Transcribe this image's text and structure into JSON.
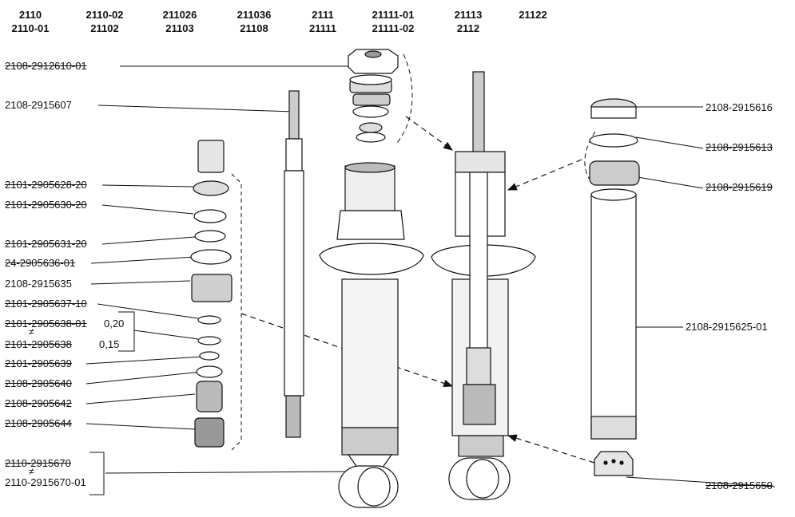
{
  "header_models": [
    {
      "top": "2110",
      "bottom": "2110-01"
    },
    {
      "top": "2110-02",
      "bottom": "21102"
    },
    {
      "top": "211026",
      "bottom": "21103"
    },
    {
      "top": "211036",
      "bottom": "21108"
    },
    {
      "top": "2111",
      "bottom": "21111"
    },
    {
      "top": "21111-01",
      "bottom": "21111-02"
    },
    {
      "top": "21113",
      "bottom": "2112"
    },
    {
      "top": "21122",
      "bottom": ""
    }
  ],
  "left_parts": [
    "2108-2912610-01",
    "2108-2915607",
    "2101-2905628-20",
    "2101-2905630-20",
    "2101-2905631-20",
    "24-2905636-01",
    "2108-2915635",
    "2101-2905637-10",
    "2101-2905638-01",
    "2101-2905638",
    "2101-2905639",
    "2108-2905640",
    "2108-2905642",
    "2108-2905644",
    "2110-2915670",
    "2110-2915670-01"
  ],
  "right_parts": [
    "2108-2915616",
    "2108-2915613",
    "2108-2915619",
    "2108-2915625-01",
    "2108-2915650"
  ],
  "thickness": {
    "a": "0,20",
    "b": "0,15"
  },
  "alt_mark": "≠"
}
